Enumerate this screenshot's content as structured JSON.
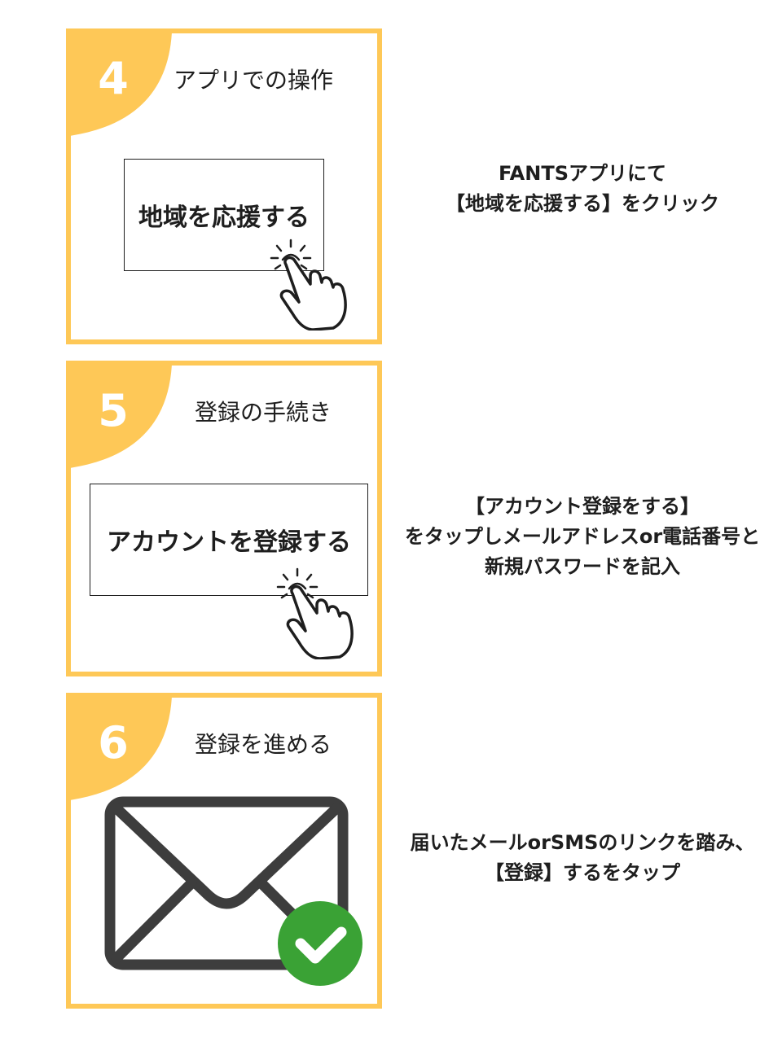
{
  "colors": {
    "accent": "#fec857",
    "text": "#1e1e1e",
    "check_green": "#3aa235"
  },
  "steps": [
    {
      "number": "4",
      "title": "アプリでの操作",
      "button_label": "地域を応援する",
      "icon": "hand-pointer-icon",
      "description": [
        "FANTSアプリにて",
        "【地域を応援する】をクリック"
      ]
    },
    {
      "number": "5",
      "title": "登録の手続き",
      "button_label": "アカウントを登録する",
      "icon": "hand-pointer-icon",
      "description": [
        "【アカウント登録をする】",
        "をタップしメールアドレスor電話番号と",
        "新規パスワードを記入"
      ]
    },
    {
      "number": "6",
      "title": "登録を進める",
      "icon": "mail-check-icon",
      "description": [
        "届いたメールorSMSのリンクを踏み、",
        "【登録】するをタップ"
      ]
    }
  ]
}
